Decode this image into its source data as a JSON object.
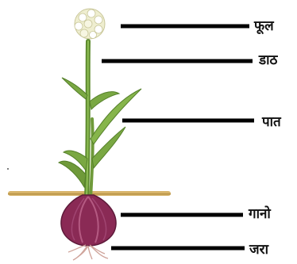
{
  "diagram": {
    "labels": [
      {
        "key": "flower",
        "text": "फूल"
      },
      {
        "key": "stem",
        "text": "डाठ"
      },
      {
        "key": "leaf",
        "text": "पात"
      },
      {
        "key": "bulb",
        "text": "गानो"
      },
      {
        "key": "root",
        "text": "जरा"
      }
    ]
  },
  "colors": {
    "pointer_line": "#000000",
    "stem": "#6f9a3a",
    "leaf": "#7aa843",
    "bulb": "#8a2a55",
    "flower": "#f2f1cf",
    "soil": "#d7b46a"
  }
}
